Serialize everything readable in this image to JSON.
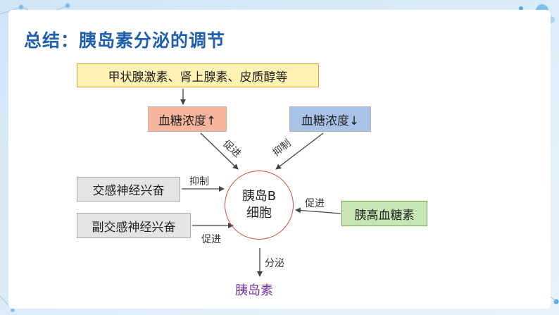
{
  "slide": {
    "title": "总结：胰岛素分泌的调节"
  },
  "diagram": {
    "nodes": {
      "hormones": "甲状腺激素、肾上腺素、皮质醇等",
      "glucose_high": "血糖浓度↑",
      "glucose_low": "血糖浓度↓",
      "sympathetic": "交感神经兴奋",
      "parasympathetic": "副交感神经兴奋",
      "glucagon": "胰高血糖素",
      "beta_cell_line1": "胰岛B",
      "beta_cell_line2": "细胞",
      "insulin": "胰岛素"
    },
    "edge_labels": {
      "high_promote": "促进",
      "low_inhibit": "抑制",
      "symp_inhibit": "抑制",
      "para_promote": "促进",
      "glucagon_promote": "促进",
      "secrete": "分泌"
    }
  },
  "colors": {
    "title": "#1f5fae",
    "yellow_box": "#fff2b3",
    "orange_box": "#f6b59c",
    "blue_box": "#a8c2e8",
    "gray_box": "#e4e4e4",
    "green_box": "#c8e6b4",
    "cell_border": "#d84a3a",
    "insulin_text": "#7030a0"
  }
}
